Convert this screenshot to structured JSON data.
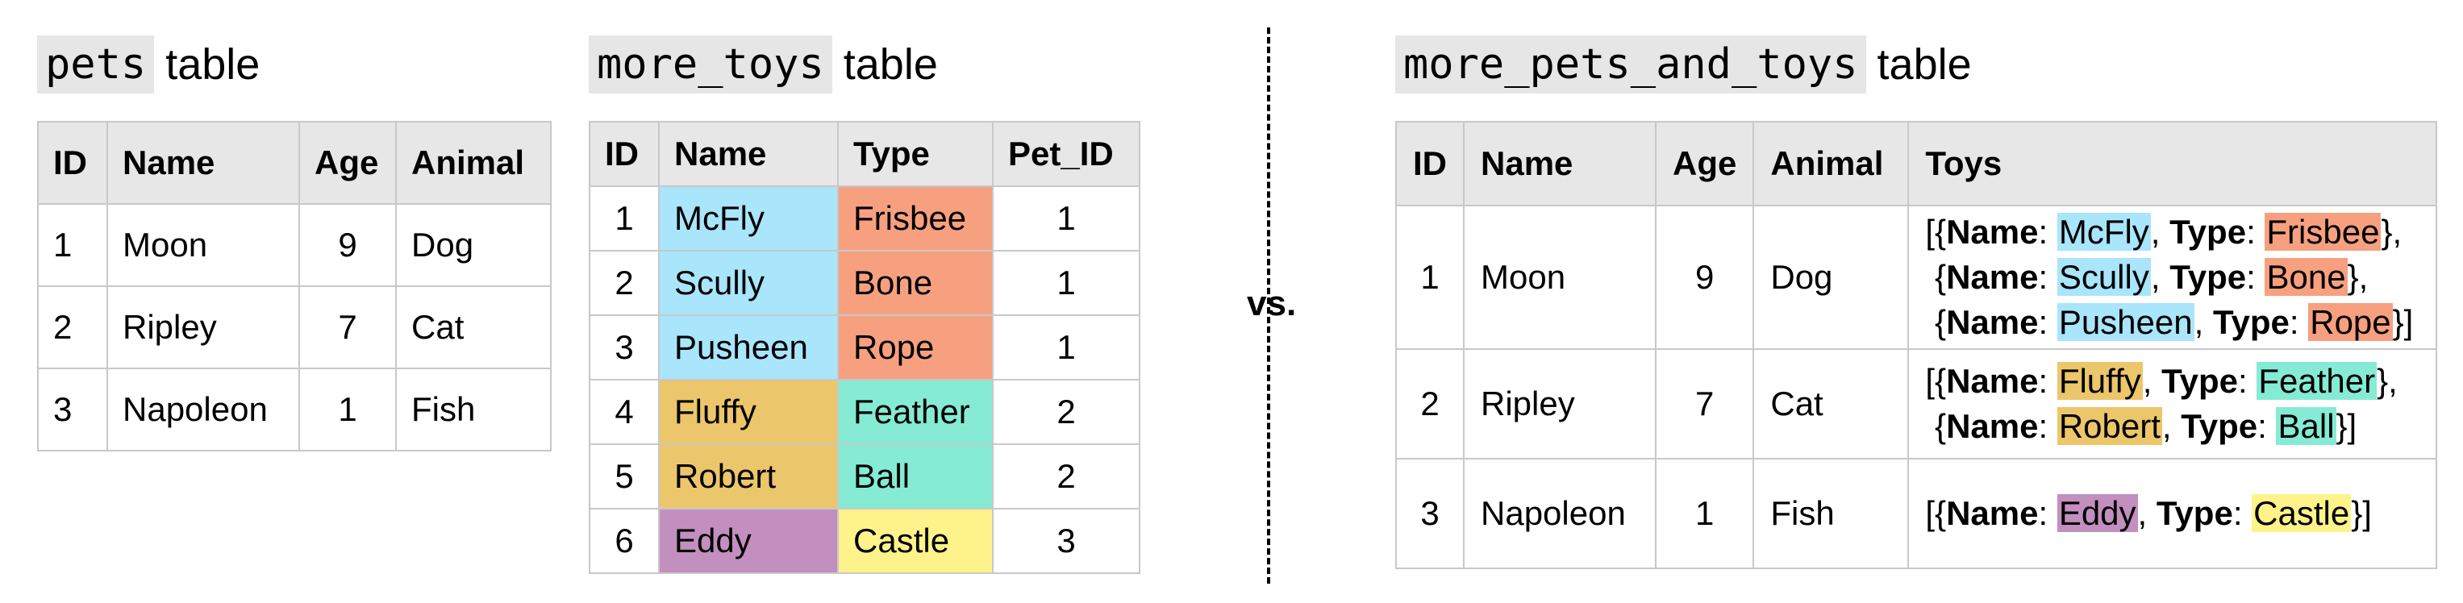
{
  "colors": {
    "header_bg": "#e7e7e7",
    "blue": "#a9e5fb",
    "orange": "#f7a07f",
    "gold": "#ecc66a",
    "teal": "#85ebd5",
    "purple": "#c28fbf",
    "yellow": "#fdf38a"
  },
  "pets": {
    "title_code": "pets",
    "title_word": "table",
    "headers": [
      "ID",
      "Name",
      "Age",
      "Animal"
    ],
    "rows": [
      [
        "1",
        "Moon",
        "9",
        "Dog"
      ],
      [
        "2",
        "Ripley",
        "7",
        "Cat"
      ],
      [
        "3",
        "Napoleon",
        "1",
        "Fish"
      ]
    ]
  },
  "more_toys": {
    "title_code": "more_toys",
    "title_word": "table",
    "headers": [
      "ID",
      "Name",
      "Type",
      "Pet_ID"
    ],
    "rows": [
      [
        "1",
        "McFly",
        "Frisbee",
        "1"
      ],
      [
        "2",
        "Scully",
        "Bone",
        "1"
      ],
      [
        "3",
        "Pusheen",
        "Rope",
        "1"
      ],
      [
        "4",
        "Fluffy",
        "Feather",
        "2"
      ],
      [
        "5",
        "Robert",
        "Ball",
        "2"
      ],
      [
        "6",
        "Eddy",
        "Castle",
        "3"
      ]
    ]
  },
  "vs_label": "vs.",
  "more_pets_and_toys": {
    "title_code": "more_pets_and_toys",
    "title_word": "table",
    "headers": [
      "ID",
      "Name",
      "Age",
      "Animal",
      "Toys"
    ],
    "rows": [
      [
        "1",
        "Moon",
        "9",
        "Dog"
      ],
      [
        "2",
        "Ripley",
        "7",
        "Cat"
      ],
      [
        "3",
        "Napoleon",
        "1",
        "Fish"
      ]
    ],
    "key_name": "Name",
    "key_type": "Type",
    "toys": [
      [
        [
          "McFly",
          "Frisbee"
        ],
        [
          "Scully",
          "Bone"
        ],
        [
          "Pusheen",
          "Rope"
        ]
      ],
      [
        [
          "Fluffy",
          "Feather"
        ],
        [
          "Robert",
          "Ball"
        ]
      ],
      [
        [
          "Eddy",
          "Castle"
        ]
      ]
    ]
  }
}
